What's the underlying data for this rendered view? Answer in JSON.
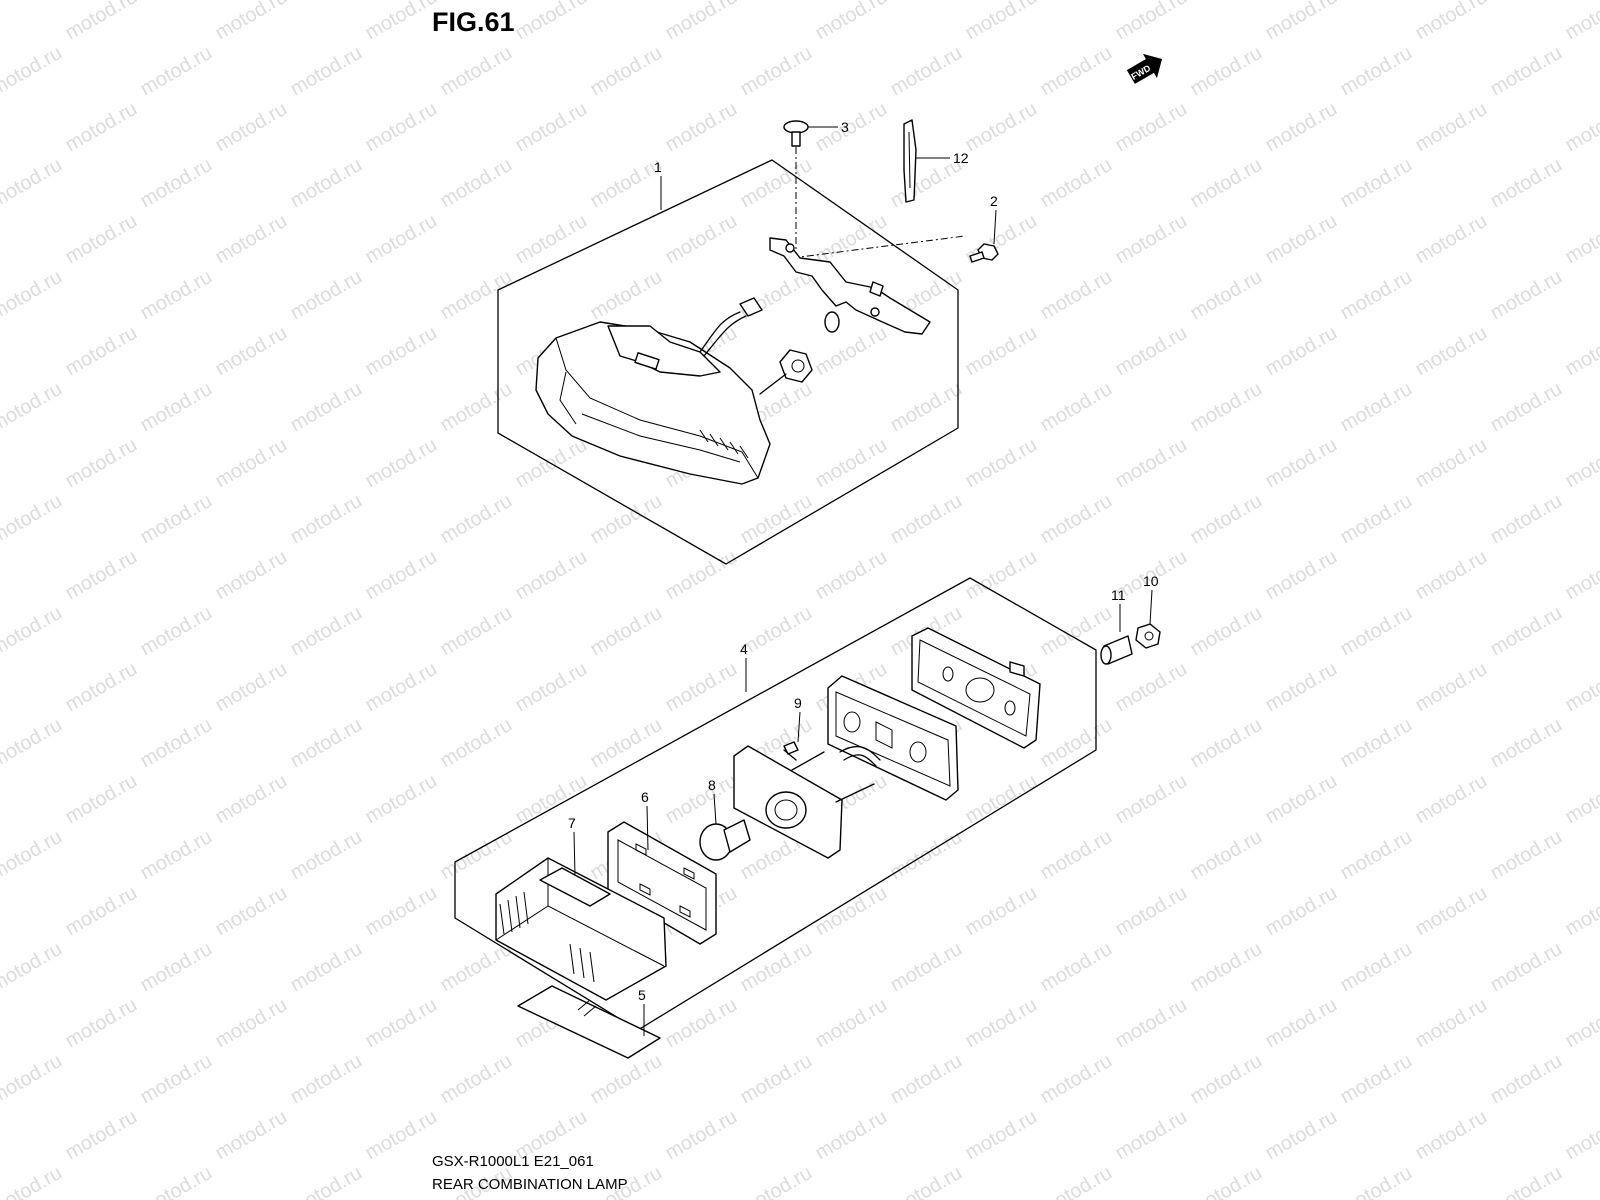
{
  "figure": {
    "title": "FIG.61",
    "fwd_badge": "FWD",
    "code": "GSX-R1000L1 E21_061",
    "caption": "REAR COMBINATION LAMP"
  },
  "watermark": {
    "text": "motod.ru"
  },
  "callouts": [
    {
      "id": "1",
      "label": "1"
    },
    {
      "id": "2",
      "label": "2"
    },
    {
      "id": "3",
      "label": "3"
    },
    {
      "id": "4",
      "label": "4"
    },
    {
      "id": "5",
      "label": "5"
    },
    {
      "id": "6",
      "label": "6"
    },
    {
      "id": "7",
      "label": "7"
    },
    {
      "id": "8",
      "label": "8"
    },
    {
      "id": "9",
      "label": "9"
    },
    {
      "id": "10",
      "label": "10"
    },
    {
      "id": "11",
      "label": "11"
    },
    {
      "id": "12",
      "label": "12"
    }
  ]
}
